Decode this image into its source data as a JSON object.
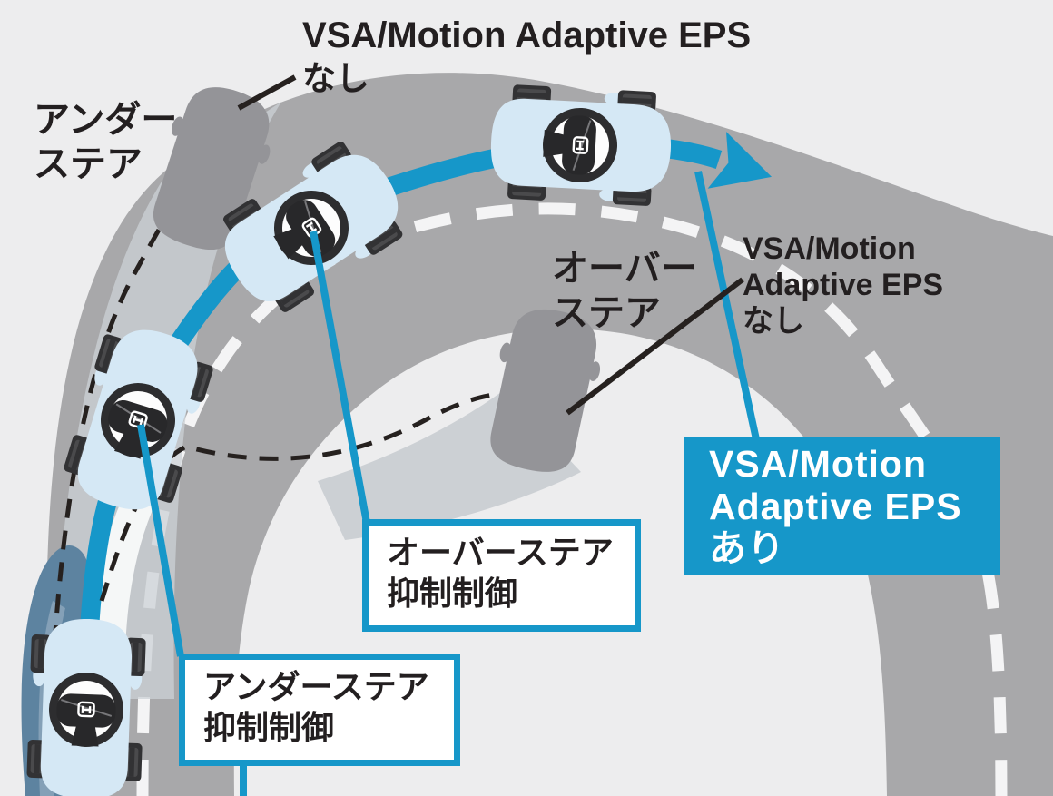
{
  "diagram": {
    "description": "VSA / Motion Adaptive EPS cornering behaviour diagram",
    "labels": {
      "no_eps_top": {
        "line1": "VSA/Motion Adaptive EPS",
        "line2": "なし"
      },
      "understeer": {
        "line1": "アンダー",
        "line2": "ステア"
      },
      "oversteer": {
        "line1": "オーバー",
        "line2": "ステア"
      },
      "no_eps_right": {
        "line1": "VSA/Motion",
        "line2": "Adaptive EPS",
        "line3": "なし"
      }
    },
    "callouts": {
      "with_eps": {
        "line1": "VSA/Motion",
        "line2": "Adaptive EPS",
        "line3": "あり"
      },
      "oversteer_control": {
        "line1": "オーバーステア",
        "line2": "抑制制御"
      },
      "understeer_control": {
        "line1": "アンダーステア",
        "line2": "抑制制御"
      }
    },
    "badge_letter": "H",
    "colors": {
      "accent_blue": "#1697c9",
      "road_gray": "#a8a8aa",
      "background": "#ededee",
      "dark_car_gray": "#949498",
      "light_car_blue": "#d5e8f5",
      "text_black": "#231f20",
      "shadow_slate": "#5d83a0"
    }
  }
}
